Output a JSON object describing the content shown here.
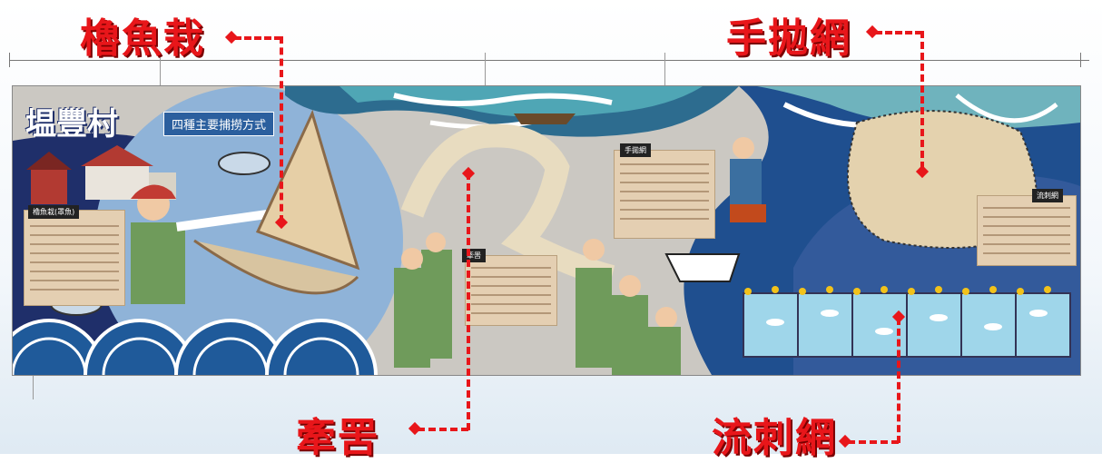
{
  "labels": {
    "top_left": "櫓魚栽",
    "top_right": "手拋網",
    "bottom_center": "牽罟",
    "bottom_right": "流刺網"
  },
  "mural": {
    "village_name": "塭豐村",
    "subtitle": "四種主要捕撈方式",
    "tags": {
      "hand_net": "手拋網",
      "drag_net": "牽罟",
      "gill_net": "流刺網",
      "lift_net": "櫓魚栽(罩魚)"
    }
  },
  "colors": {
    "label_red": "#e8161a",
    "sea_deep": "#1f5a9a",
    "sea_teal": "#3e8fa0",
    "sand": "#c9c6c0",
    "panel_tan": "#e4cfb2",
    "subtitle_bg": "#2b5f9e"
  }
}
